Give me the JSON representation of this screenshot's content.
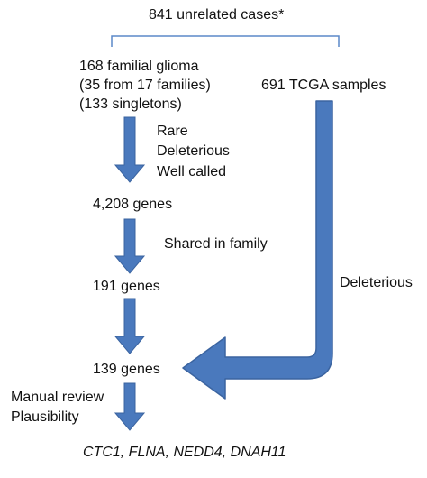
{
  "header": {
    "total_cases": "841 unrelated cases*"
  },
  "sources": {
    "familial": [
      "168 familial glioma",
      "(35 from 17 families)",
      "(133 singletons)"
    ],
    "tcga": "691 TCGA samples"
  },
  "filters": {
    "step1": [
      "Rare",
      "Deleterious",
      "Well called"
    ],
    "step2": "Shared in family",
    "tcga_filter": "Deleterious",
    "step4": [
      "Manual review",
      "Plausibility"
    ]
  },
  "counts": {
    "after_step1": "4,208 genes",
    "after_step2": "191 genes",
    "merged": "139 genes"
  },
  "result": {
    "genes": "CTC1, FLNA, NEDD4, DNAH11"
  },
  "colors": {
    "arrow_fill": "#4a79bd",
    "arrow_stroke": "#3b64a0",
    "bracket": "#5b88c8",
    "text": "#111111"
  }
}
